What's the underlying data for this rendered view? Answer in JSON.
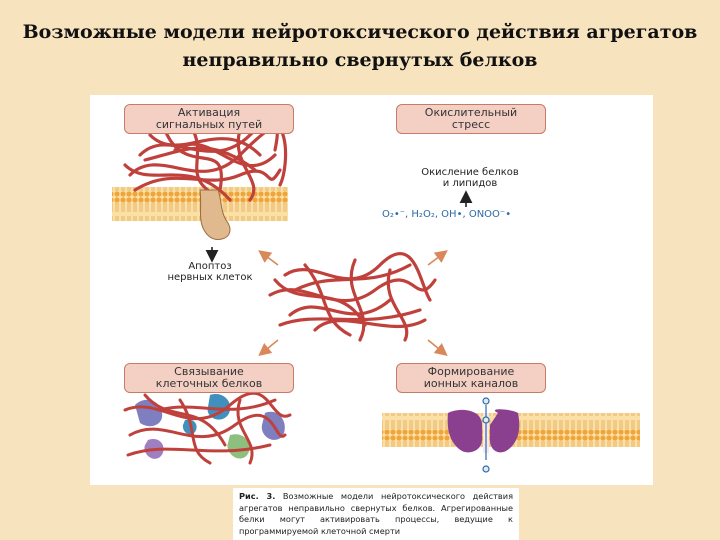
{
  "slide": {
    "title_line1": "Возможные модели нейротоксического действия агрегатов",
    "title_line2": "неправильно свернутых белков"
  },
  "figure": {
    "labels": {
      "activation_line1": "Активация",
      "activation_line2": "сигнальных путей",
      "oxidative_line1": "Окислительный",
      "oxidative_line2": "стресс",
      "protein_oxidation_line1": "Окисление белков",
      "protein_oxidation_line2": "и липидов",
      "ros": "O₂•⁻, H₂O₂, OH•, ONOO⁻•",
      "apoptosis_line1": "Апоптоз",
      "apoptosis_line2": "нервных клеток",
      "binding_line1": "Связывание",
      "binding_line2": "клеточных белков",
      "pore_line1": "Формирование",
      "pore_line2": "ионных каналов"
    },
    "colors": {
      "fiber": "#c0413c",
      "membrane": "#f3b552",
      "channel": "#8a3f8f",
      "arrow": "#d9885a",
      "label_box": "#f4cfc4",
      "ros_text": "#2a6aa8"
    }
  },
  "caption": {
    "bold": "Рис. 3.",
    "text": " Возможные модели нейротоксического действия агрегатов неправильно свернутых белков. Агрегированные белки могут активировать процессы, ведущие к программируемой клеточной смерти"
  }
}
